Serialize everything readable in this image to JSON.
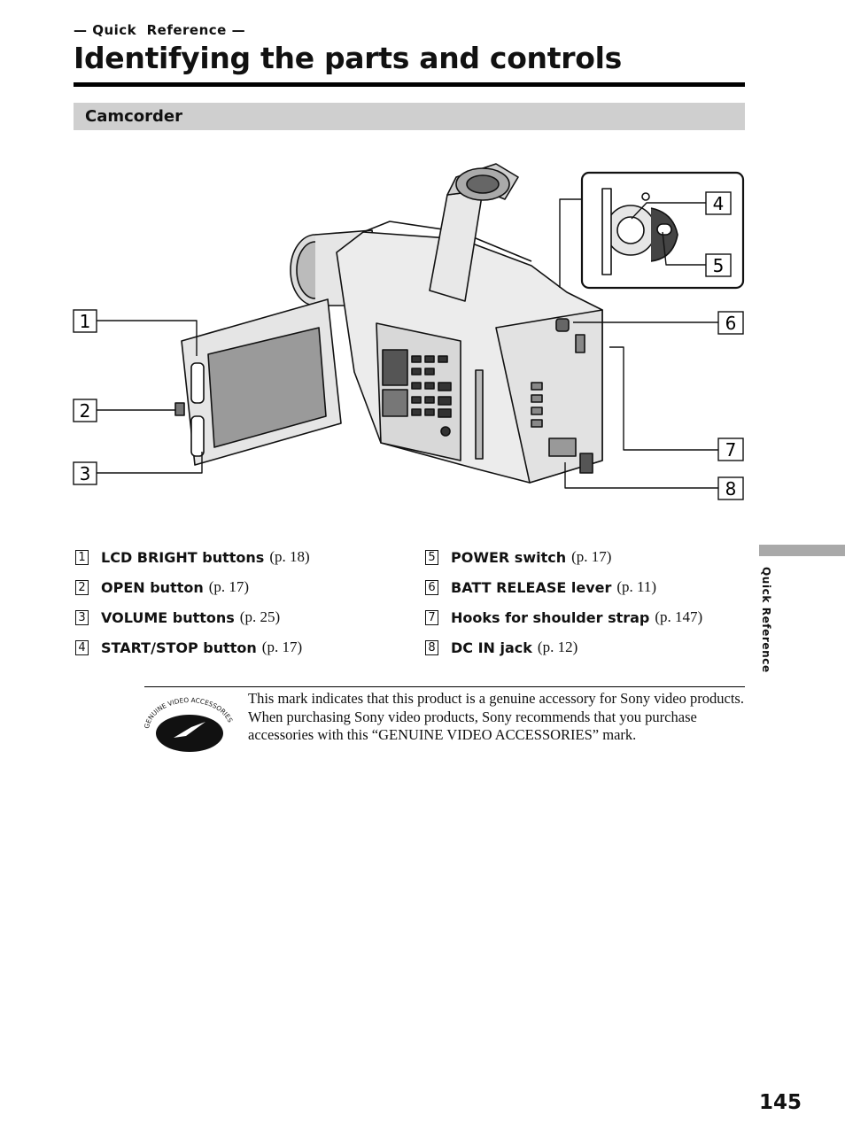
{
  "header": {
    "kicker": "— Quick  Reference —",
    "title": "Identifying the parts and controls"
  },
  "section": {
    "heading": "Camcorder"
  },
  "figure": {
    "callouts": [
      "1",
      "2",
      "3",
      "4",
      "5",
      "6",
      "7",
      "8"
    ]
  },
  "parts": [
    {
      "num": "1",
      "name": "LCD BRIGHT buttons",
      "ref": "(p. 18)"
    },
    {
      "num": "2",
      "name": "OPEN button",
      "ref": "(p. 17)"
    },
    {
      "num": "3",
      "name": "VOLUME buttons",
      "ref": "(p. 25)"
    },
    {
      "num": "4",
      "name": "START/STOP button",
      "ref": "(p. 17)"
    },
    {
      "num": "5",
      "name": "POWER switch",
      "ref": "(p. 17)"
    },
    {
      "num": "6",
      "name": "BATT RELEASE lever",
      "ref": "(p. 11)"
    },
    {
      "num": "7",
      "name": "Hooks for shoulder strap",
      "ref": "(p. 147)"
    },
    {
      "num": "8",
      "name": "DC IN jack",
      "ref": "(p. 12)"
    }
  ],
  "note": {
    "logo_text": "GENUINE VIDEO ACCESSORIES",
    "paragraphs": [
      "This mark indicates that this product is a genuine accessory for Sony video products.",
      "When purchasing Sony video products, Sony recommends that you purchase accessories with this “GENUINE VIDEO ACCESSORIES” mark."
    ]
  },
  "side_tab": {
    "label": "Quick Reference"
  },
  "page_number": "145"
}
